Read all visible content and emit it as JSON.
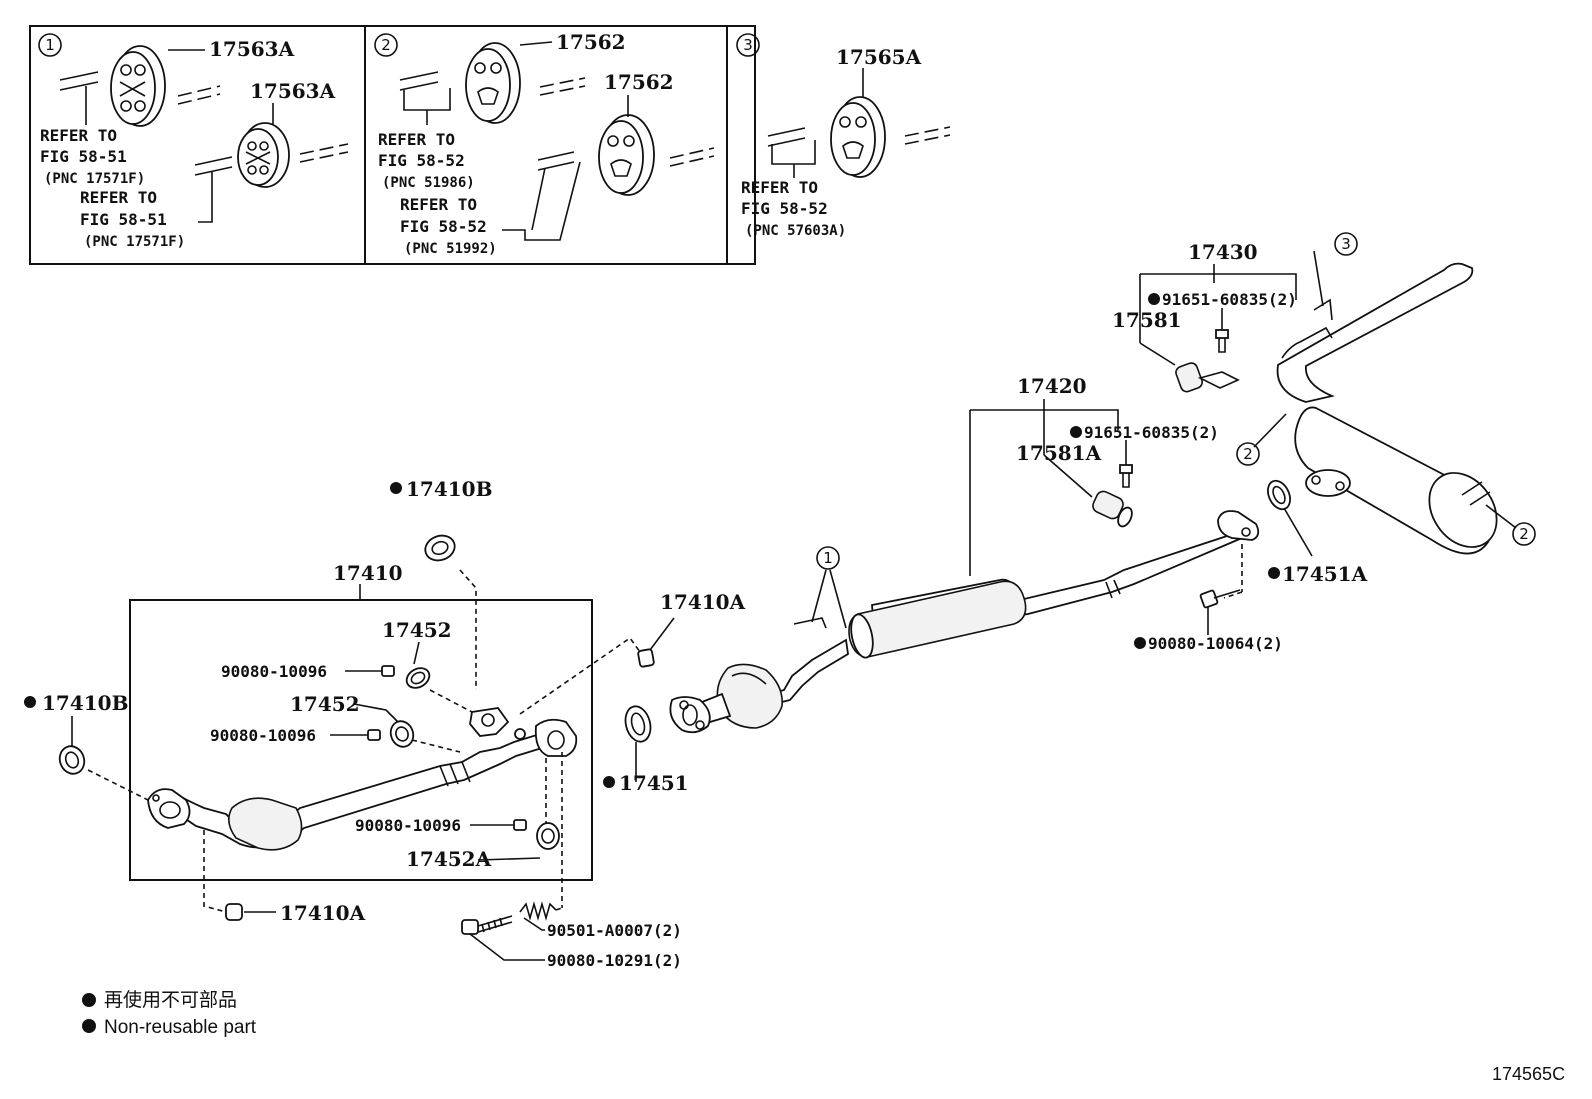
{
  "insets": [
    {
      "number": "1",
      "parts": [
        "17563A",
        "17563A"
      ],
      "refs": [
        {
          "line1": "REFER TO",
          "line2": "FIG 58-51",
          "line3": "(PNC 17571F)"
        },
        {
          "line1": "REFER TO",
          "line2": "FIG 58-51",
          "line3": "(PNC 17571F)"
        }
      ]
    },
    {
      "number": "2",
      "parts": [
        "17562",
        "17562"
      ],
      "refs": [
        {
          "line1": "REFER TO",
          "line2": "FIG 58-52",
          "line3": "(PNC 51986)"
        },
        {
          "line1": "REFER TO",
          "line2": "FIG 58-52",
          "line3": "(PNC 51992)"
        }
      ]
    },
    {
      "number": "3",
      "parts": [
        "17565A"
      ],
      "refs": [
        {
          "line1": "REFER TO",
          "line2": "FIG 58-52",
          "line3": "(PNC 57603A)"
        }
      ]
    }
  ],
  "callouts": {
    "c1": "1",
    "c2a": "2",
    "c2b": "2",
    "c3": "3"
  },
  "labels": {
    "p17430": "17430",
    "p91651_a": "91651-60835(2)",
    "p17581": "17581",
    "p17420": "17420",
    "p91651_b": "91651-60835(2)",
    "p17581A": "17581A",
    "p17410B_top": "17410B",
    "p17410": "17410",
    "p17452_a": "17452",
    "p90080_10096_a": "90080-10096",
    "p17452_b": "17452",
    "p90080_10096_b": "90080-10096",
    "p17410B_left": "17410B",
    "p17410A_top": "17410A",
    "p17451": "17451",
    "p17451A": "17451A",
    "p90080_10064": "90080-10064(2)",
    "p90080_10096_c": "90080-10096",
    "p17452A": "17452A",
    "p17410A_bottom": "17410A",
    "p90501": "90501-A0007(2)",
    "p90080_10291": "90080-10291(2)"
  },
  "legend": {
    "line_jp": "再使用不可部品",
    "line_en": "Non-reusable part"
  },
  "figure_code": "174565C"
}
